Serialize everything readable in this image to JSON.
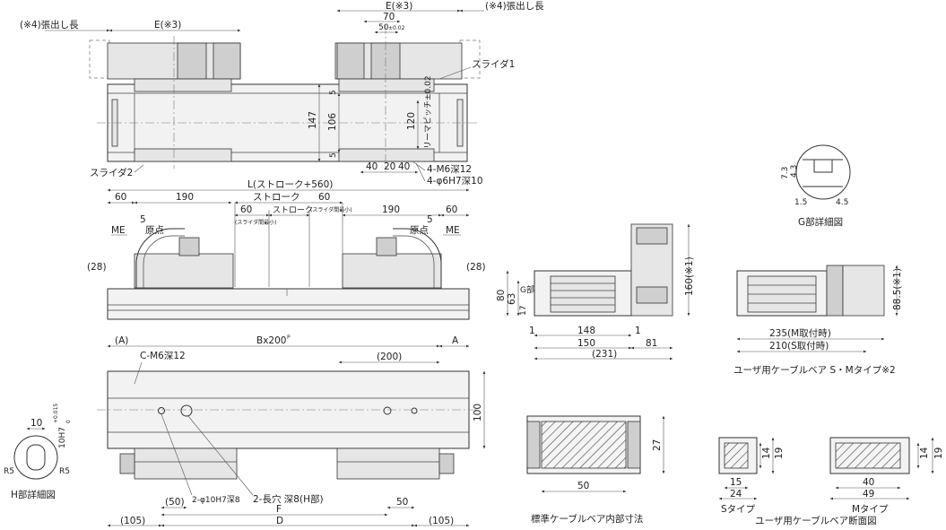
{
  "top_view": {
    "overhang_left": "(※4)張出し長",
    "overhang_right": "(※4)張出し長",
    "e_left": "E(※3)",
    "e_right": "E(※3)",
    "width_70": "70",
    "width_50": "50",
    "width_50_tol": "±0.02",
    "height_147": "147",
    "height_106": "106",
    "height_120": "120",
    "height_5_top": "5",
    "height_5_bottom": "5",
    "rail_pitch": "リーマピッチ±0.02",
    "slider1": "スライダ1",
    "slider2": "スライダ2",
    "dim_40_a": "40",
    "dim_20": "20",
    "dim_40_b": "40",
    "tap_holes": "4-M6深12",
    "pin_holes": "4-φ6H7深10"
  },
  "side_view": {
    "l_total": "L(ストローク+560)",
    "stroke_top": "ストローク",
    "stroke_mid": "ストローク",
    "stroke_note_left": "(スライダ間最小)",
    "stroke_note_right": "(スライダ間最小)",
    "dim_60_a": "60",
    "dim_190_a": "190",
    "dim_60_b": "60",
    "dim_60_c": "60",
    "dim_190_b": "190",
    "dim_60_d": "60",
    "me_left": "ME",
    "me_right": "ME",
    "origin_left": "原点",
    "origin_right": "原点",
    "dim_5_left": "5",
    "dim_5_right": "5",
    "dim_28_left": "(28)",
    "dim_28_right": "(28)"
  },
  "bottom_view": {
    "a_left": "(A)",
    "bx200": "Bx200",
    "bx200_sup": "P",
    "a_right": "A",
    "c_holes": "C-M6深12",
    "dim_200": "(200)",
    "height_100": "100",
    "pin_holes": "2-φ10H7深8",
    "slots": "2-長穴 深8(H部)",
    "dim_50_left": "(50)",
    "dim_f": "F",
    "dim_50_right": "50",
    "dim_105_left": "(105)",
    "dim_d": "D",
    "dim_105_right": "(105)"
  },
  "h_detail": {
    "width_10": "10",
    "tol": "10H7",
    "tol_upper": "+0.015",
    "tol_lower": "0",
    "r5_left": "R5",
    "r5_right": "R5",
    "caption": "H部詳細図"
  },
  "g_detail": {
    "dim_73": "7.3",
    "dim_43": "4.3",
    "dim_15": "1.5",
    "dim_45": "4.5",
    "caption": "G部詳細図"
  },
  "end_view": {
    "height_80": "80",
    "height_63": "63",
    "height_17": "17",
    "g_part": "G部",
    "height_160": "160(※1)",
    "dim_1_left": "1",
    "dim_148": "148",
    "dim_1_right": "1",
    "dim_150": "150",
    "dim_81": "81",
    "dim_231": "(231)"
  },
  "sm_view": {
    "height_885": "88.5(※1)",
    "dim_235": "235(M取付時)",
    "dim_210": "210(S取付時)",
    "caption": "ユーザ用ケーブルベア S・Mタイプ※2"
  },
  "std_bear": {
    "dim_27": "27",
    "dim_50": "50",
    "caption": "標準ケーブルベア内部寸法"
  },
  "s_type": {
    "dim_15": "15",
    "dim_24": "24",
    "dim_14": "14",
    "dim_19": "19",
    "label": "Sタイプ"
  },
  "m_type": {
    "dim_40": "40",
    "dim_49": "49",
    "dim_14": "14",
    "dim_19": "19",
    "label": "Mタイプ"
  },
  "section_caption": "ユーザ用ケーブルベア断面図"
}
